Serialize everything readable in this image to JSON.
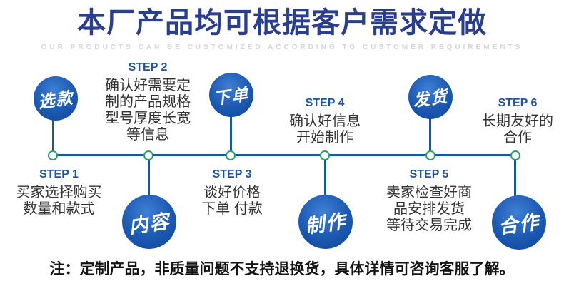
{
  "header": {
    "title": "本厂产品均可根据客户需求定做",
    "subtitle": "OUR PRODUCTS CAN BE CUSTOMIZED ACCORDING TO CUSTOMER REQUIREMENTS"
  },
  "colors": {
    "title_blue": "#2a3e8f",
    "line_blue": "#1257a8",
    "badge_blue": "#1d5ab2",
    "node_green": "#2f9c6c",
    "step_label_blue": "#2153a3",
    "body_text": "#333333",
    "subtitle_gray": "#d5d5d5"
  },
  "timeline": {
    "badges": [
      {
        "label": "选款"
      },
      {
        "label": "内容"
      },
      {
        "label": "下单"
      },
      {
        "label": "制作"
      },
      {
        "label": "发货"
      },
      {
        "label": "合作"
      }
    ],
    "steps": [
      {
        "label": "STEP 1",
        "body": "买家选择购买\n数量和款式"
      },
      {
        "label": "STEP 2",
        "body": "确认好需要定\n制的产品规格\n型号厚度长宽\n等信息"
      },
      {
        "label": "STEP 3",
        "body": "谈好价格\n下单 付款"
      },
      {
        "label": "STEP 4",
        "body": "确认好信息\n开始制作"
      },
      {
        "label": "STEP 5",
        "body": "卖家检查好商\n品安排发货\n等待交易完成"
      },
      {
        "label": "STEP 6",
        "body": "长期友好的\n合作"
      }
    ]
  },
  "footer": {
    "note": "注：定制产品，非质量问题不支持退换货，具体详情可咨询客服了解。"
  }
}
